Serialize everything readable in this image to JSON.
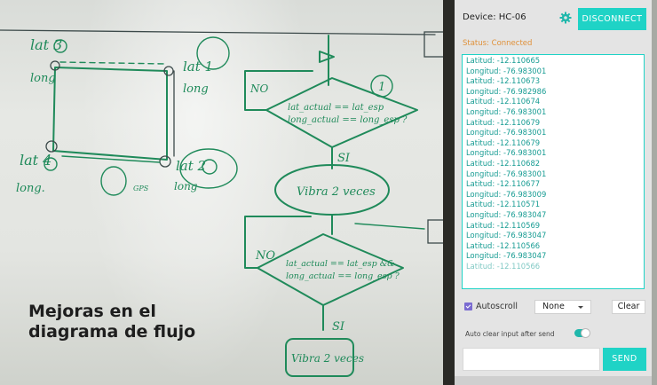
{
  "caption": {
    "line1": "Mejoras en el",
    "line2": "diagrama de flujo"
  },
  "whiteboard": {
    "labels": {
      "lat3": "lat 3",
      "long_left": "long",
      "lat1": "lat 1",
      "long_mid": "long",
      "lat4": "lat 4",
      "long_left2": "long.",
      "lat2": "lat 2",
      "long_bottom": "long",
      "circle_1": "1",
      "cond_top_1": "lat_actual == lat_esp",
      "cond_top_2": "long_actual == long_esp ?",
      "no_top": "NO",
      "si_top": "SI",
      "vibra_top": "Vibra 2 veces",
      "no_bottom": "NO",
      "cond_bot_1": "lat_actual == lat_esp &&",
      "cond_bot_2": "long_actual == long_esp ?",
      "si_bottom": "SI",
      "vibra_bottom": "Vibra 2 veces",
      "gps": "GPS"
    }
  },
  "app": {
    "device_label": "Device: HC-06",
    "icons": {
      "settings": "gear-icon",
      "dropdown": "caret-down-icon",
      "check": "checkmark-icon"
    },
    "disconnect_label": "DISCONNECT",
    "status": "Status: Connected",
    "log_lines": [
      "Latitud: -12.110665",
      "Longitud: -76.983001",
      "Latitud: -12.110673",
      "Longitud: -76.982986",
      "Latitud: -12.110674",
      "Longitud: -76.983001",
      "Latitud: -12.110679",
      "Longitud: -76.983001",
      "Latitud: -12.110679",
      "Longitud: -76.983001",
      "Latitud: -12.110682",
      "Longitud: -76.983001",
      "Latitud: -12.110677",
      "Longitud: -76.983009",
      "Latitud: -12.110571",
      "Longitud: -76.983047",
      "Latitud: -12.110569",
      "Longitud: -76.983047",
      "Latitud: -12.110566",
      "Longitud: -76.983047",
      "Latitud: -12.110566"
    ],
    "autoscroll_label": "Autoscroll",
    "autoscroll_checked": true,
    "line_ending_selected": "None",
    "clear_label": "Clear",
    "autoclear_label": "Auto clear input after send",
    "autoclear_on": true,
    "send_value": "",
    "send_label": "SEND",
    "colors": {
      "accent": "#1fd3c6",
      "status": "#e0913a",
      "log_text": "#179c93",
      "checkbox": "#7a6bd1"
    }
  }
}
